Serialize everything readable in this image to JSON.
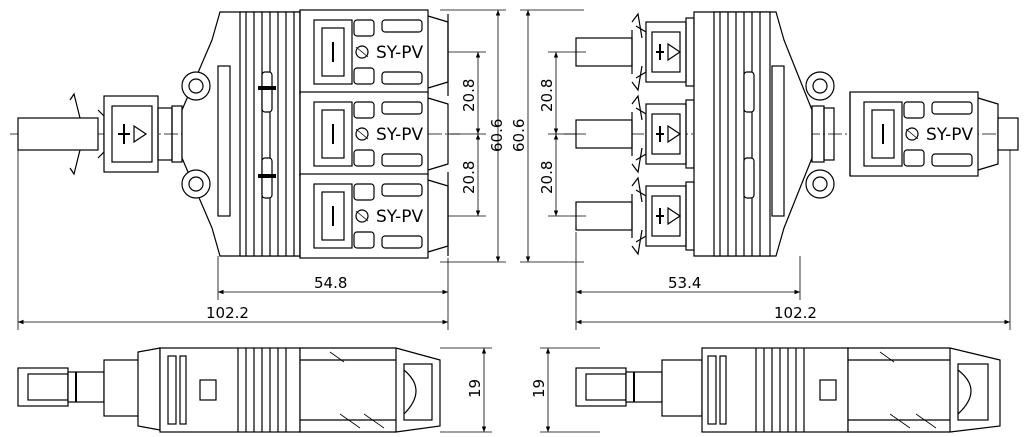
{
  "brand_text": "SY-PV",
  "dimensions": {
    "left_pitch_top": "20.8",
    "left_pitch_bottom": "20.8",
    "left_total_height": "60.6",
    "right_total_height": "60.6",
    "right_pitch_top": "20.8",
    "right_pitch_bottom": "20.8",
    "left_body_length": "54.8",
    "right_body_length": "53.4",
    "left_total_length": "102.2",
    "right_total_length": "102.2",
    "side_left_thickness": "19",
    "side_right_thickness": "19"
  }
}
